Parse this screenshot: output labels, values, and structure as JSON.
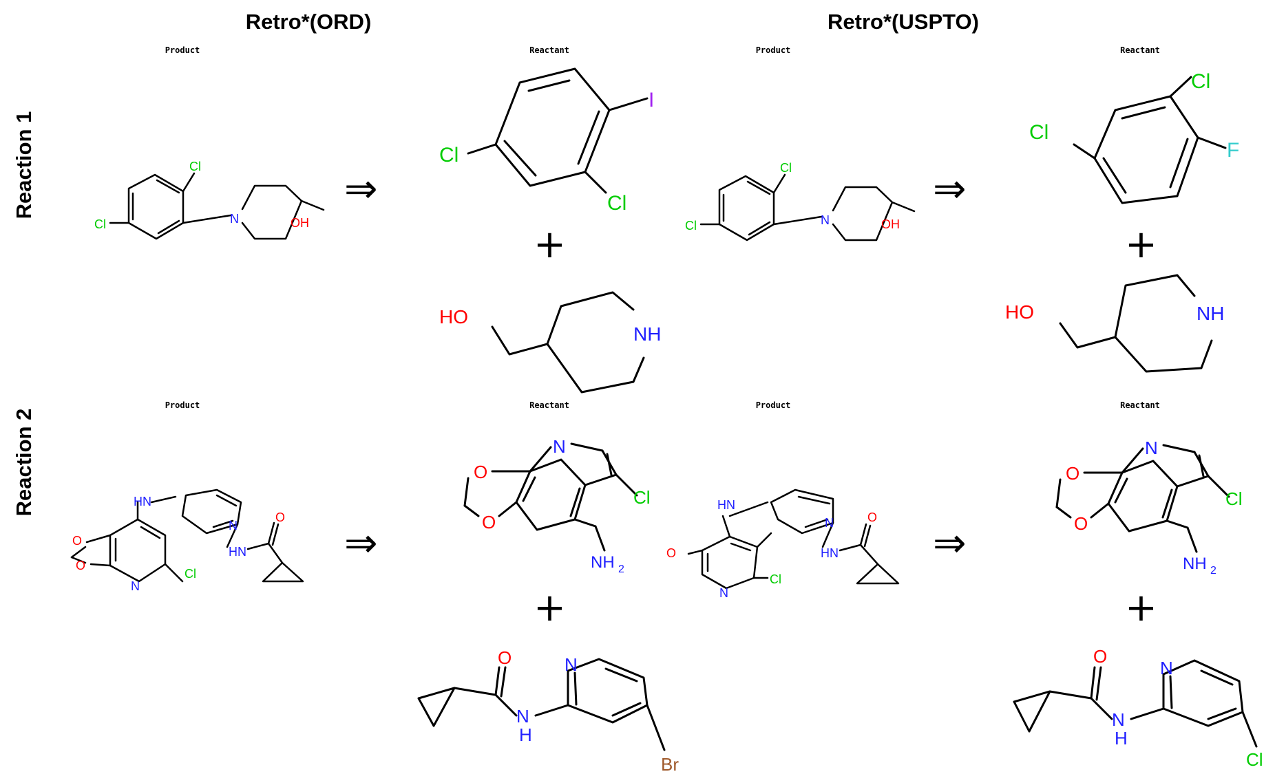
{
  "columns": {
    "left": "Retro*(ORD)",
    "right": "Retro*(USPTO)"
  },
  "rows": {
    "r1": "Reaction 1",
    "r2": "Reaction 2"
  },
  "labels": {
    "product": "Product",
    "reactant": "Reactant"
  },
  "symbols": {
    "arrow": "⇒",
    "plus": "+"
  },
  "atoms": {
    "cl": "Cl",
    "i": "I",
    "f": "F",
    "br": "Br",
    "n": "N",
    "o": "O",
    "oh": "OH",
    "ho": "HO",
    "nh": "NH",
    "hn": "HN",
    "nh2": "NH",
    "h": "H",
    "sub2": "2"
  }
}
